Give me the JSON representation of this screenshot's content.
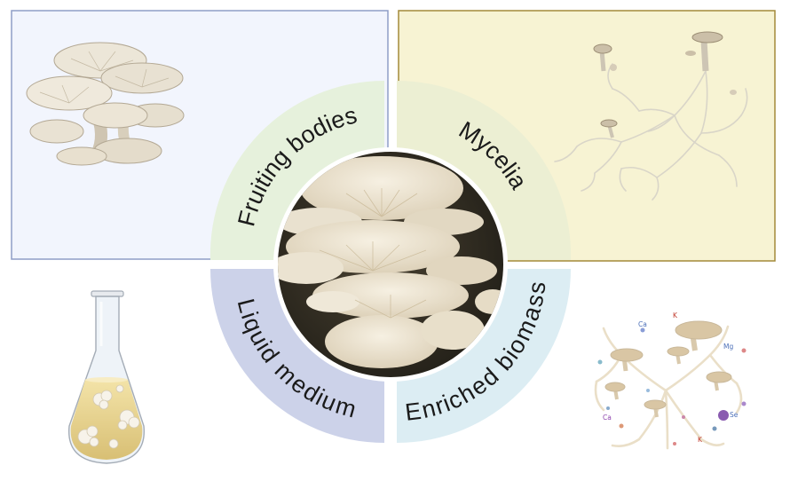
{
  "quadrants": {
    "top_left": "Fruiting bodies",
    "top_right": "Mycelia",
    "bottom_left": "Liquid medium",
    "bottom_right": "Enriched biomass"
  },
  "elements": {
    "ca_top": "Ca",
    "k_top": "K",
    "mg": "Mg",
    "ca_bottom": "Ca",
    "se": "Se",
    "k_bottom": "K"
  },
  "colors": {
    "panel_left_bg": "#f2f5fd",
    "panel_left_border": "#8f9ec7",
    "panel_right_bg": "#f7f3d3",
    "panel_right_border": "#a38a3a",
    "quad_fruiting": "#e6f1dc",
    "quad_mycelia": "#ecefd3",
    "quad_liquid": "#ccd2e9",
    "quad_enriched": "#dcedf3"
  }
}
